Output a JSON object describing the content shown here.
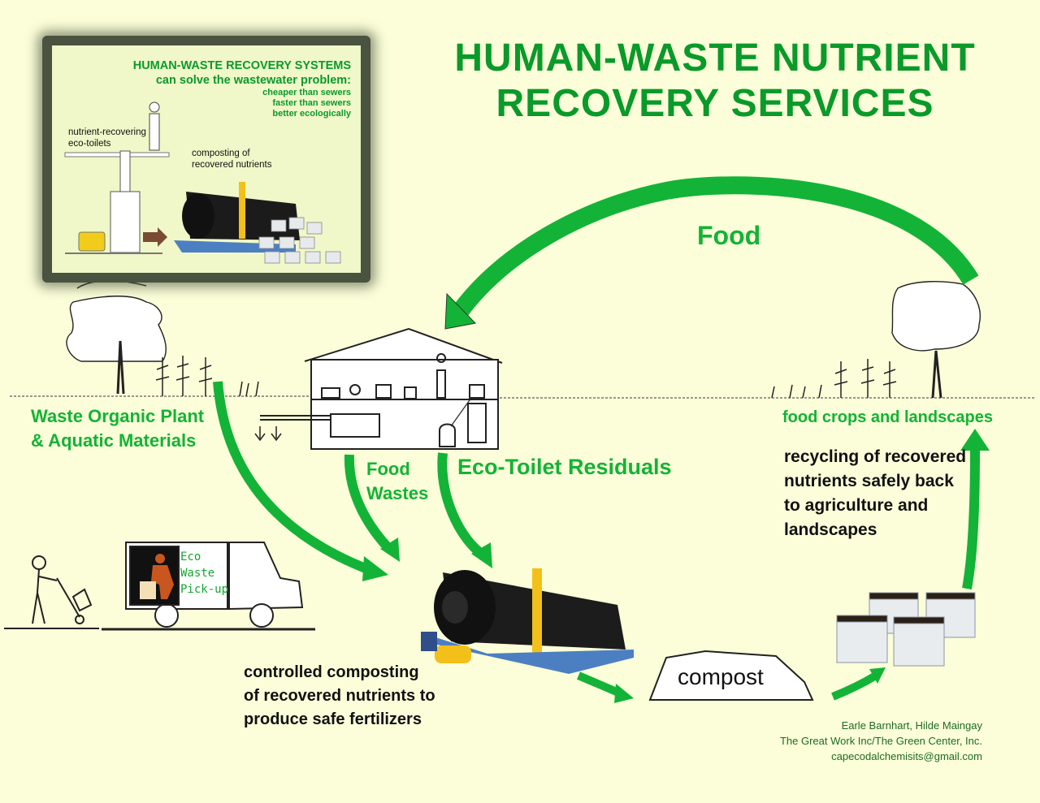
{
  "title": {
    "line1": "HUMAN-WASTE NUTRIENT",
    "line2": "RECOVERY SERVICES"
  },
  "inset": {
    "title_line1": "HUMAN-WASTE RECOVERY SYSTEMS",
    "title_line2": "can solve the wastewater problem:",
    "benefits": [
      "cheaper than sewers",
      "faster than sewers",
      "better ecologically"
    ],
    "label_toilets_line1": "nutrient-recovering",
    "label_toilets_line2": "eco-toilets",
    "label_composting_line1": "composting of",
    "label_composting_line2": "recovered nutrients"
  },
  "labels": {
    "waste_organic_line1": "Waste Organic Plant",
    "waste_organic_line2": "&  Aquatic Materials",
    "food": "Food",
    "food_wastes_line1": "Food",
    "food_wastes_line2": "Wastes",
    "eco_toilet_residuals": "Eco-Toilet Residuals",
    "food_crops": "food crops and landscapes",
    "recycling": [
      "recycling of recovered",
      "nutrients safely back",
      "to agriculture and",
      "landscapes"
    ],
    "controlled": [
      "controlled composting",
      "of recovered nutrients to",
      "produce safe fertilizers"
    ],
    "compost": "compost"
  },
  "truck_sign": [
    "Eco",
    "Waste",
    "Pick-up"
  ],
  "credits": [
    "Earle Barnhart, Hilde Maingay",
    "The Great Work Inc/The Green Center, Inc.",
    "capecodalchemisits@gmail.com"
  ],
  "colors": {
    "background": "#fbfed8",
    "title_green": "#0a9a2a",
    "arrow_green": "#13b337",
    "credit_green": "#1e6b25"
  }
}
